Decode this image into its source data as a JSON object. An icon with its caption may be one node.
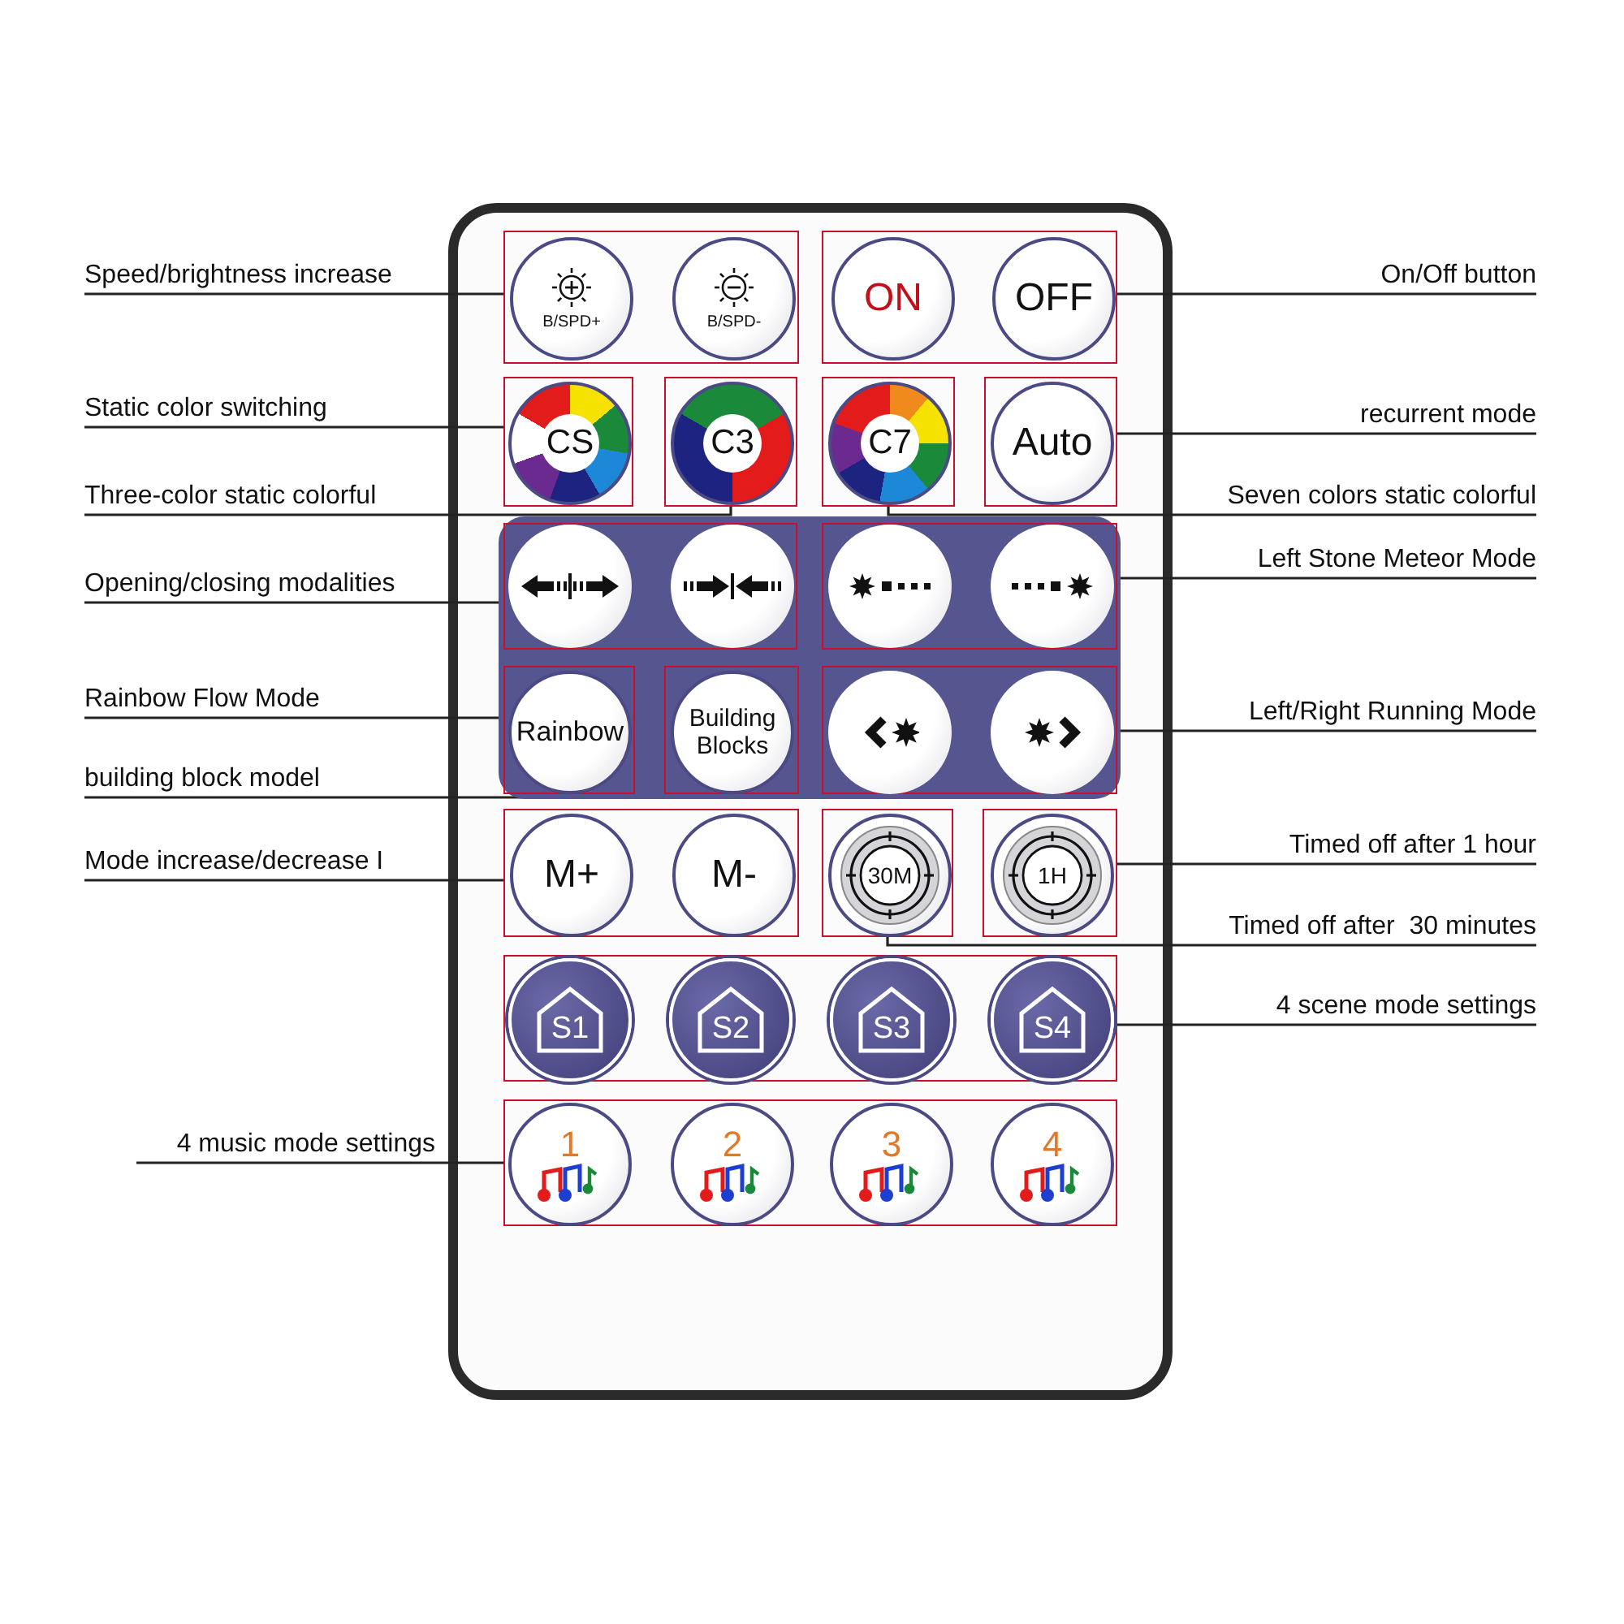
{
  "diagram": {
    "nodes": [
      {
        "text": [
          "Speed/brightness increase"
        ]
      },
      {
        "text": [
          "On/Off button"
        ]
      },
      {
        "text": [
          "Static color switching"
        ]
      },
      {
        "text": [
          "recurrent mode"
        ]
      },
      {
        "text": [
          "Three-color static colorful"
        ]
      },
      {
        "text": [
          "Seven colors static colorful"
        ]
      },
      {
        "text": [
          "Opening/closing modalities"
        ]
      },
      {
        "text": [
          "Left Stone Meteor Mode"
        ]
      },
      {
        "text": [
          "Rainbow Flow Mode"
        ]
      },
      {
        "text": [
          "Left/Right Running Mode"
        ]
      },
      {
        "text": [
          "building block model"
        ]
      },
      {
        "text": [
          "Mode increase/decrease I"
        ]
      },
      {
        "text": [
          "Timed off after 1 hour"
        ]
      },
      {
        "text": [
          "Timed off after  30 minutes"
        ]
      },
      {
        "text": [
          "4 scene mode settings"
        ]
      },
      {
        "text": [
          "4 music mode settings"
        ]
      },
      {
        "text": [],
        "shape": "box"
      },
      {
        "text": [
          "B/SPD+"
        ],
        "in": 16
      },
      {
        "text": [
          "B/SPD-"
        ],
        "in": 16
      },
      {
        "text": [],
        "shape": "box"
      },
      {
        "text": [
          "ON"
        ],
        "in": 19
      },
      {
        "text": [
          "OFF"
        ],
        "in": 19
      },
      {
        "text": [],
        "shape": "box"
      },
      {
        "text": [
          "CS"
        ],
        "in": 22
      },
      {
        "text": [],
        "shape": "box"
      },
      {
        "text": [
          "C3"
        ],
        "in": 24
      },
      {
        "text": [],
        "shape": "box"
      },
      {
        "text": [
          "C7"
        ],
        "in": 26
      },
      {
        "text": [],
        "shape": "box"
      },
      {
        "text": [
          "Auto"
        ],
        "in": 28
      },
      {
        "text": [],
        "shape": "box"
      },
      {
        "text": [],
        "shape": "circle",
        "in": 30
      },
      {
        "text": [],
        "shape": "circle",
        "in": 30
      },
      {
        "text": [],
        "shape": "box"
      },
      {
        "text": [],
        "shape": "circle",
        "in": 33
      },
      {
        "text": [],
        "shape": "circle",
        "in": 33
      },
      {
        "text": [],
        "shape": "box"
      },
      {
        "text": [
          "Rainbow"
        ],
        "in": 36
      },
      {
        "text": [],
        "shape": "box"
      },
      {
        "text": [
          "Building Blocks"
        ],
        "in": 38
      },
      {
        "text": [],
        "shape": "box"
      },
      {
        "text": [],
        "shape": "circle",
        "in": 40
      },
      {
        "text": [],
        "shape": "circle",
        "in": 40
      },
      {
        "text": [],
        "shape": "box"
      },
      {
        "text": [
          "M+"
        ],
        "in": 43
      },
      {
        "text": [
          "M-"
        ],
        "in": 43
      },
      {
        "text": [],
        "shape": "box"
      },
      {
        "text": [
          "30M"
        ],
        "in": 46
      },
      {
        "text": [],
        "shape": "box"
      },
      {
        "text": [
          "1H"
        ],
        "in": 48
      },
      {
        "text": [],
        "shape": "box"
      },
      {
        "text": [
          "S1"
        ],
        "in": 50
      },
      {
        "text": [
          "S2"
        ],
        "in": 50
      },
      {
        "text": [
          "S3"
        ],
        "in": 50
      },
      {
        "text": [
          "S4"
        ],
        "in": 50
      },
      {
        "text": [],
        "shape": "box"
      },
      {
        "text": [
          "1"
        ],
        "in": 55
      },
      {
        "text": [
          "2"
        ],
        "in": 55
      },
      {
        "text": [
          "3"
        ],
        "in": 55
      },
      {
        "text": [
          "4"
        ],
        "in": 55
      }
    ],
    "edges": [
      {
        "from": 0,
        "to": 16,
        "arrow": "none"
      },
      {
        "from": 1,
        "to": 19,
        "arrow": "none"
      },
      {
        "from": 2,
        "to": 22,
        "arrow": "none"
      },
      {
        "from": 3,
        "to": 28,
        "arrow": "none"
      },
      {
        "from": 4,
        "to": 24,
        "arrow": "none"
      },
      {
        "from": 5,
        "to": 26,
        "arrow": "none"
      },
      {
        "from": 6,
        "to": 30,
        "arrow": "none"
      },
      {
        "from": 7,
        "to": 33,
        "arrow": "none"
      },
      {
        "from": 8,
        "to": 36,
        "arrow": "none"
      },
      {
        "from": 9,
        "to": 40,
        "arrow": "none"
      },
      {
        "from": 10,
        "to": 38,
        "arrow": "none"
      },
      {
        "from": 11,
        "to": 43,
        "arrow": "none"
      },
      {
        "from": 12,
        "to": 48,
        "arrow": "none"
      },
      {
        "from": 13,
        "to": 46,
        "arrow": "none"
      },
      {
        "from": 14,
        "to": 50,
        "arrow": "none"
      },
      {
        "from": 15,
        "to": 55,
        "arrow": "none"
      }
    ]
  }
}
